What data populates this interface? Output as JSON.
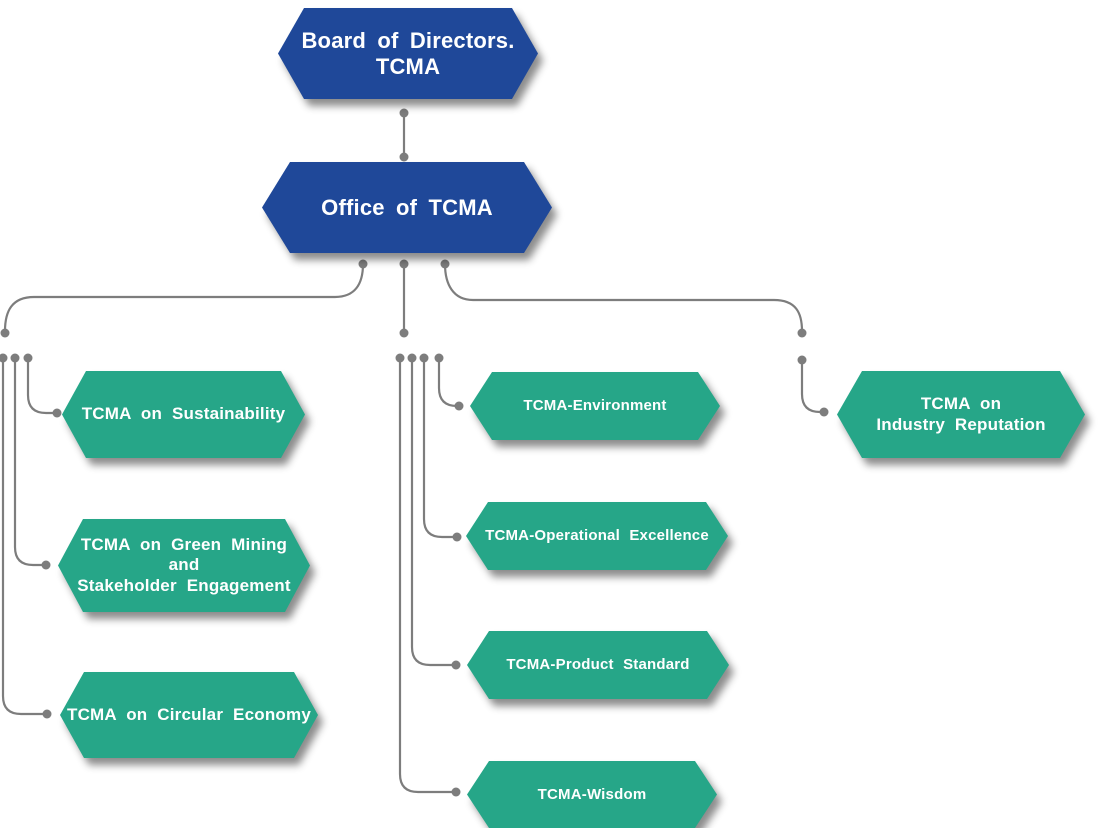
{
  "diagram_title": "TCMA organization chart",
  "colors": {
    "blue": "#1f4899",
    "green": "#26a688",
    "line": "#7d7d7d",
    "text": "#ffffff",
    "bg": "#ffffff"
  },
  "nodes": {
    "board": {
      "line1": "Board of Directors.",
      "line2": "TCMA"
    },
    "office": {
      "line1": "Office of TCMA"
    },
    "sustainability": {
      "line1": "TCMA on Sustainability"
    },
    "green_mining": {
      "line1": "TCMA on Green Mining",
      "line2": "and",
      "line3": "Stakeholder Engagement"
    },
    "circular": {
      "line1": "TCMA on Circular Economy"
    },
    "environment": {
      "line1": "TCMA-Environment"
    },
    "op_ex": {
      "line1": "TCMA-Operational Excellence"
    },
    "product": {
      "line1": "TCMA-Product Standard"
    },
    "wisdom": {
      "line1": "TCMA-Wisdom"
    },
    "industry": {
      "line1": "TCMA on",
      "line2": "Industry Reputation"
    }
  }
}
